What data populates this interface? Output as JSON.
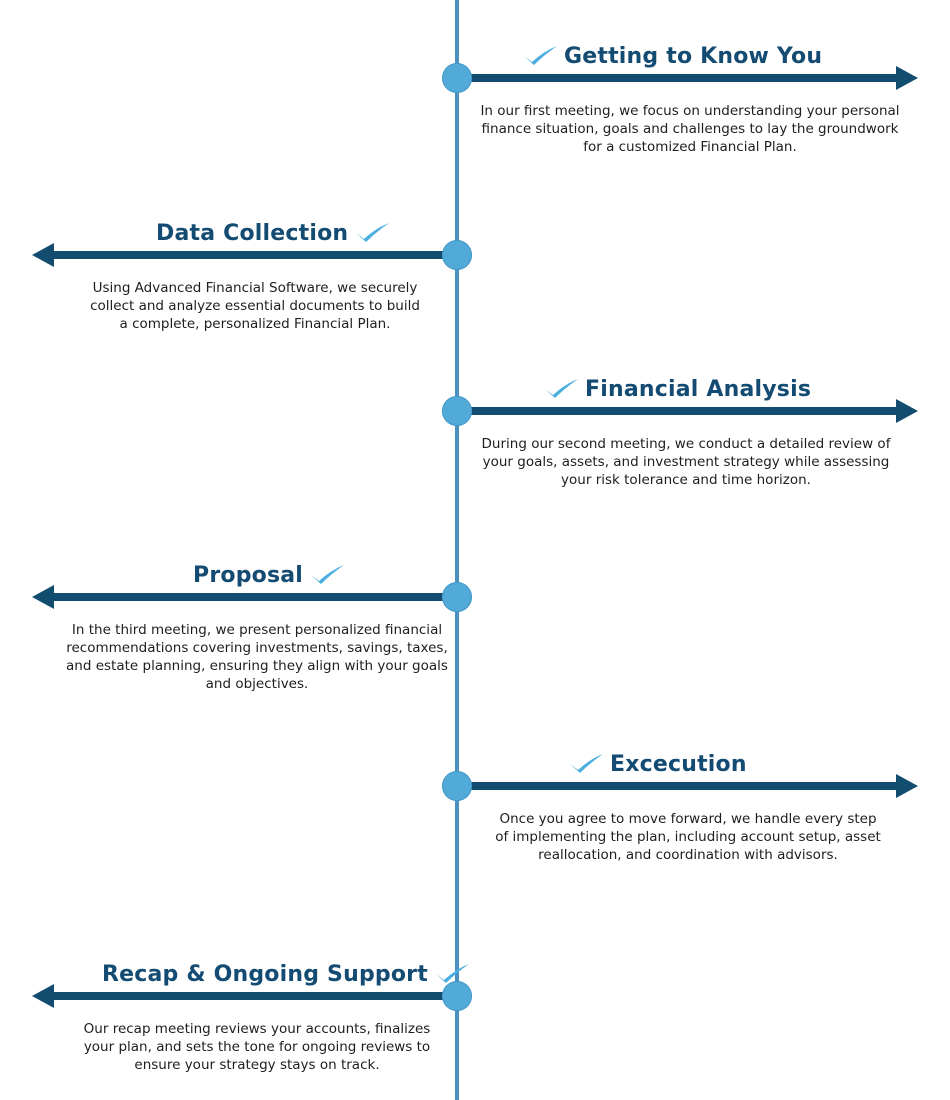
{
  "colors": {
    "timeline": "#4a90c2",
    "arrow": "#124d70",
    "node": "#52aad9",
    "title": "#134b73",
    "check": "#4aaee0"
  },
  "steps": [
    {
      "title": "Getting to Know You",
      "description": "In our first meeting, we focus on understanding your personal finance situation, goals and challenges to lay the groundwork for a customized Financial Plan.",
      "icon": "checkmark-icon"
    },
    {
      "title": "Data Collection",
      "description": "Using Advanced Financial Software, we securely collect and analyze essential documents to build a complete, personalized Financial Plan.",
      "icon": "checkmark-icon"
    },
    {
      "title": "Financial Analysis",
      "description": "During our second meeting, we conduct a detailed review of your goals, assets, and investment strategy while assessing your risk tolerance and time horizon.",
      "icon": "checkmark-icon"
    },
    {
      "title": "Proposal",
      "description": "In the third meeting, we present personalized financial recommendations covering investments, savings, taxes, and estate planning, ensuring they align with your goals and objectives.",
      "icon": "checkmark-icon"
    },
    {
      "title": "Excecution",
      "description": "Once you agree to move forward, we handle every step of implementing the plan, including account setup, asset reallocation, and coordination with advisors.",
      "icon": "checkmark-icon"
    },
    {
      "title": "Recap & Ongoing Support",
      "description": "Our recap meeting reviews your accounts, finalizes your plan, and sets the tone for ongoing reviews to ensure your strategy stays on track.",
      "icon": "checkmark-icon"
    }
  ]
}
